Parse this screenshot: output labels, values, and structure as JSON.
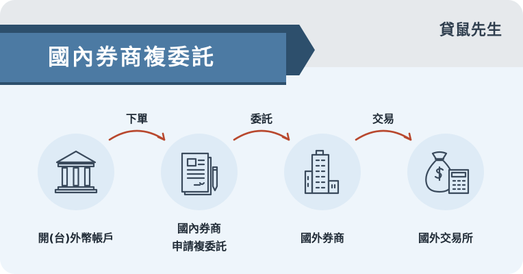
{
  "header": {
    "title": "國內券商複委託",
    "brand": "貸鼠先生"
  },
  "flow": {
    "nodes": [
      {
        "label": "開(台)外幣帳戶",
        "icon": "bank-icon"
      },
      {
        "label_line1": "國內券商",
        "label_line2": "申請複委託",
        "icon": "document-icon"
      },
      {
        "label": "國外券商",
        "icon": "office-building-icon"
      },
      {
        "label": "國外交易所",
        "icon": "money-bag-calculator-icon"
      }
    ],
    "steps": [
      {
        "label": "下單"
      },
      {
        "label": "委託"
      },
      {
        "label": "交易"
      }
    ]
  },
  "colors": {
    "banner_front": "#4c7aa3",
    "banner_back": "#2d4f6c",
    "arrow": "#b8482e",
    "icon_stroke": "#3a4a5c",
    "circle": "#deebf6",
    "background": "#eef5fb"
  }
}
